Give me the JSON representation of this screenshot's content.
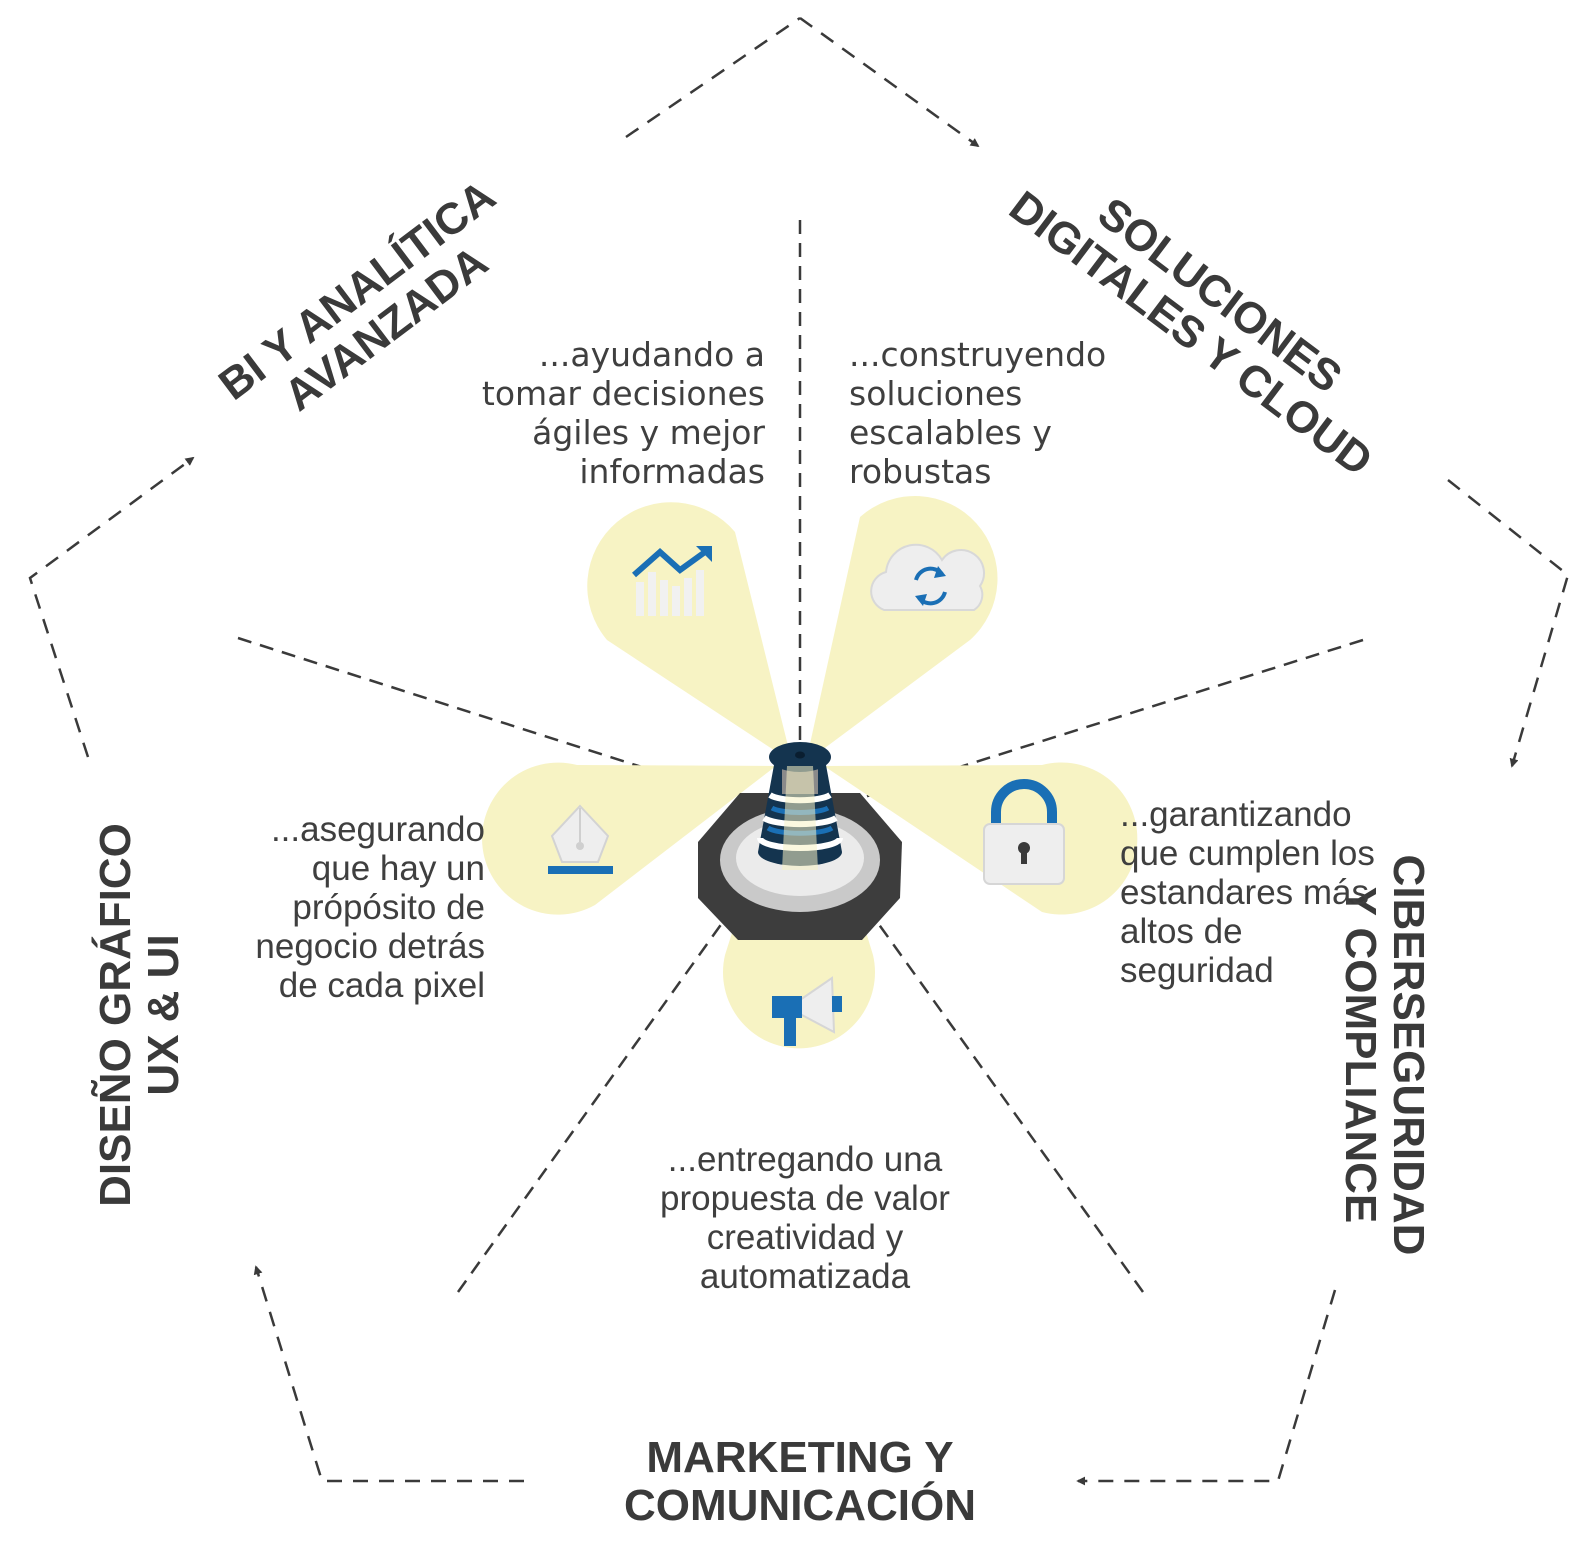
{
  "segments": {
    "bi": {
      "title": [
        "BI Y ANALÍTICA",
        "AVANZADA"
      ],
      "description": [
        "...ayudando a",
        "tomar decisiones",
        "ágiles y mejor",
        "informadas"
      ],
      "icon": "trend-chart-icon"
    },
    "cloud": {
      "title": [
        "SOLUCIONES",
        "DIGITALES Y CLOUD"
      ],
      "description": [
        "...construyendo",
        "soluciones",
        "escalables y",
        "robustas"
      ],
      "icon": "cloud-sync-icon"
    },
    "security": {
      "title": [
        "CIBERSEGURIDAD",
        "Y COMPLIANCE"
      ],
      "description": [
        "...garantizando",
        "que cumplen los",
        "estandares más",
        "altos de",
        "seguridad"
      ],
      "icon": "padlock-icon"
    },
    "marketing": {
      "title": [
        "MARKETING Y",
        "COMUNICACIÓN"
      ],
      "description": [
        "...entregando una",
        "propuesta de valor",
        "creatividad y",
        "automatizada"
      ],
      "icon": "megaphone-icon"
    },
    "design": {
      "title": [
        "DISEÑO GRÁFICO",
        "UX & UI"
      ],
      "description": [
        "...asegurando",
        "que hay un",
        "própósito de",
        "negocio detrás",
        "de cada pixel"
      ],
      "icon": "pen-nib-icon"
    }
  },
  "colors": {
    "text": "#3a3a3a",
    "beam": "#f7f3c4",
    "accent_blue": "#1a6fb5",
    "dark_navy": "#14344f",
    "base_dark": "#3d3d3d",
    "base_light": "#c8c8c8",
    "dash": "#3a3a3a"
  }
}
